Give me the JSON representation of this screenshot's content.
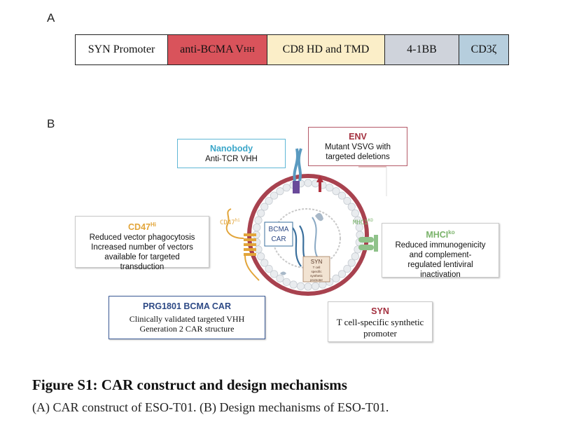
{
  "panel_a": {
    "label": "A",
    "segments": [
      {
        "text": "SYN Promoter",
        "sub": "",
        "color": "#ffffff"
      },
      {
        "text": "anti-BCMA V",
        "sub": "HH",
        "color": "#d9535b"
      },
      {
        "text": "CD8 HD and TMD",
        "sub": "",
        "color": "#fbeec8"
      },
      {
        "text": "4-1BB",
        "sub": "",
        "color": "#cfd3db"
      },
      {
        "text": "CD3ζ",
        "sub": "",
        "color": "#b6cedd"
      }
    ]
  },
  "panel_b": {
    "label": "B",
    "nanobody": {
      "title": "Nanobody",
      "text": "Anti-TCR VHH",
      "color": "#3aa6c9"
    },
    "env": {
      "title": "ENV",
      "line1": "Mutant VSVG with",
      "line2": "targeted deletions",
      "color": "#a3303f"
    },
    "cd47": {
      "title": "CD47",
      "sup": "Hi",
      "line1": "Reduced vector phagocytosis",
      "line2": "Increased number of vectors",
      "line3": "available for targeted",
      "line4": "transduction",
      "color": "#e2a53a"
    },
    "mhci": {
      "title": "MHCI",
      "sup": "ko",
      "line1": "Reduced immunogenicity",
      "line2": "and complement-",
      "line3": "regulated lentiviral",
      "line4": "inactivation",
      "color": "#7ab36a"
    },
    "prg": {
      "title": "PRG1801 BCMA CAR",
      "line1": "Clinically validated targeted VHH",
      "line2": "Generation 2 CAR structure",
      "color": "#2e4a86"
    },
    "syn": {
      "title": "SYN",
      "line1": "T cell-specific synthetic",
      "line2": "promoter",
      "color": "#a3303f"
    },
    "virion_labels": {
      "cd47": "CD47",
      "cd47_sup": "hi",
      "mhci": "MHCI",
      "mhci_sup": "KO",
      "bcma_car_1": "BCMA",
      "bcma_car_2": "CAR",
      "syn_inner_title": "SYN",
      "syn_inner_1": "T cell",
      "syn_inner_2": "specific",
      "syn_inner_3": "synthetic",
      "syn_inner_4": "promoter"
    }
  },
  "caption": {
    "title": "Figure S1: CAR construct and design mechanisms",
    "text": "(A) CAR construct of ESO-T01. (B) Design mechanisms of ESO-T01."
  }
}
